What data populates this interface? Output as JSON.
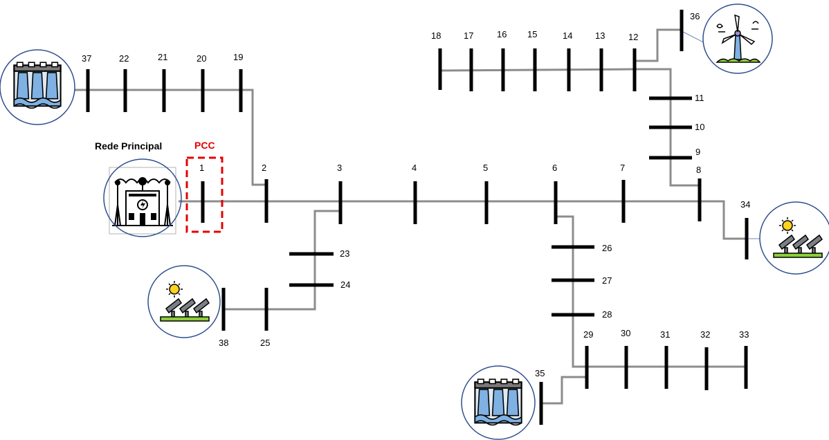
{
  "diagram": {
    "title": "Rede Principal",
    "pcc_label": "PCC",
    "colors": {
      "line": "#8c8c8c",
      "bus": "#000000",
      "pcc": "#e60000",
      "icon_border": "#2f4f8f",
      "water": "#7fb1e3",
      "sun": "#ffd21f",
      "grass": "#8ccf3a"
    },
    "buses": [
      "1",
      "2",
      "3",
      "4",
      "5",
      "6",
      "7",
      "8",
      "9",
      "10",
      "11",
      "12",
      "13",
      "14",
      "15",
      "16",
      "17",
      "18",
      "19",
      "20",
      "21",
      "22",
      "23",
      "24",
      "25",
      "26",
      "27",
      "28",
      "29",
      "30",
      "31",
      "32",
      "33",
      "34",
      "35",
      "36",
      "37",
      "38"
    ],
    "sources": [
      {
        "bus": "37",
        "icon": "hydro-plant-icon"
      },
      {
        "bus": "1",
        "icon": "substation-grid-icon"
      },
      {
        "bus": "38",
        "icon": "solar-panel-icon"
      },
      {
        "bus": "34",
        "icon": "solar-panel-icon"
      },
      {
        "bus": "35",
        "icon": "hydro-plant-icon"
      },
      {
        "bus": "36",
        "icon": "wind-turbine-icon"
      }
    ]
  }
}
